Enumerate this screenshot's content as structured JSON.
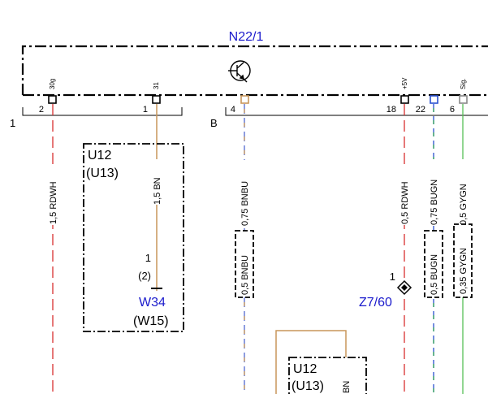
{
  "component": {
    "name": "N22/1"
  },
  "connectors": {
    "left": "1",
    "right": "B"
  },
  "pins": [
    {
      "num": "2",
      "func": "30g"
    },
    {
      "num": "1",
      "func": "31"
    },
    {
      "num": "4",
      "func": ""
    },
    {
      "num": "18",
      "func": "+5V"
    },
    {
      "num": "22",
      "func": ""
    },
    {
      "num": "6",
      "func": "Sig."
    }
  ],
  "wires": [
    {
      "label": "1,5 RDWH",
      "color": "#d93030"
    },
    {
      "label": "1,5 BN",
      "color": "#c8965a"
    },
    {
      "label": "0,75 BNBU",
      "color": "#5068d0"
    },
    {
      "label": "0,5 RDWH",
      "color": "#d93030"
    },
    {
      "label": "0,75 BUGN",
      "color": "#3aa85a"
    },
    {
      "label": "0,5 GYGN",
      "color": "#58c058"
    }
  ],
  "wire_segments": [
    {
      "label": "0,5 BNBU"
    },
    {
      "label": "0,5 BUGN"
    },
    {
      "label": "0,35 GYGN"
    }
  ],
  "boxes": {
    "u12_upper": {
      "name": "U12",
      "alt": "(U13)"
    },
    "u12_lower": {
      "name": "U12",
      "alt": "(U13)",
      "wire": "BN"
    }
  },
  "ground": {
    "name": "W34",
    "alt": "(W15)",
    "pin": "1",
    "pin_alt": "(2)"
  },
  "splice": {
    "name": "Z7/60",
    "pin": "1"
  }
}
